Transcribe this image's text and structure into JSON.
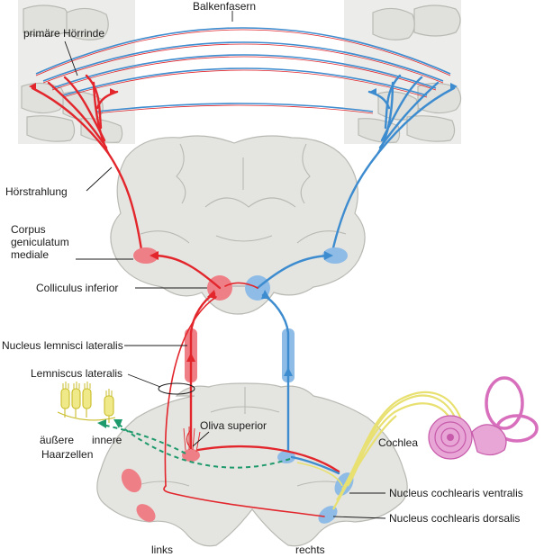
{
  "labels": {
    "balkenfasern": "Balkenfasern",
    "primaere_hoerrinde": "primäre Hörrinde",
    "hoerstrahlung": "Hörstrahlung",
    "corpus_gen_1": "Corpus",
    "corpus_gen_2": "geniculatum",
    "corpus_gen_3": "mediale",
    "colliculus_inferior": "Colliculus inferior",
    "nucleus_lemnisci_lateralis": "Nucleus lemnisci lateralis",
    "lemniscus_lateralis": "Lemniscus lateralis",
    "aeussere": "äußere",
    "innere": "innere",
    "haarzellen": "Haarzellen",
    "oliva_superior": "Oliva superior",
    "cochlea": "Cochlea",
    "nucleus_cochlearis_ventralis": "Nucleus cochlearis ventralis",
    "nucleus_cochlearis_dorsalis": "Nucleus cochlearis dorsalis",
    "links": "links",
    "rechts": "rechts"
  },
  "colors": {
    "left_pathway": "#e2262c",
    "right_pathway": "#3d8ccf",
    "nucleus_red": "#ef7f86",
    "nucleus_blue": "#8fbce6",
    "brain_tissue": "#e4e4e0",
    "brain_outline": "#b9b9b4",
    "cochlea_nerve": "#e8e070",
    "cochlea_organ": "#e7a6d6",
    "efferent": "#1f9a6c"
  }
}
